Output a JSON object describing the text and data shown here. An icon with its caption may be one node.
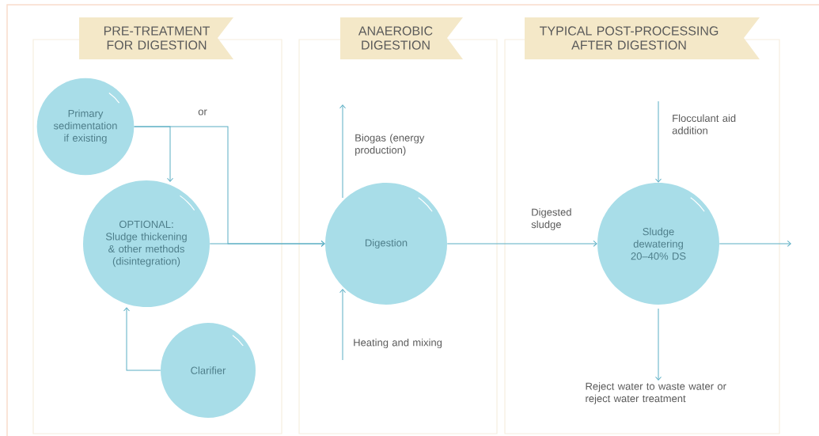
{
  "diagram": {
    "nodes": [
      {
        "text": [
          "PRE-TREATMENT FOR DIGESTION"
        ]
      },
      {
        "text": [
          "ANAEROBIC DIGESTION"
        ]
      },
      {
        "text": [
          "TYPICAL POST-PROCESSING AFTER DIGESTION"
        ]
      },
      {
        "text": [
          "Primary sedimentation if existing"
        ],
        "in": 0
      },
      {
        "text": [
          "OPTIONAL: Sludge thickening & other methods (disintegration)"
        ],
        "in": 0
      },
      {
        "text": [
          "Clarifier"
        ],
        "in": 0
      },
      {
        "text": [
          "Digestion"
        ],
        "in": 1
      },
      {
        "text": [
          "Sludge dewatering 20–40% DS"
        ],
        "in": 2
      },
      {
        "text": [
          "Reject water to waste water or reject water treatment"
        ],
        "in": 2
      }
    ],
    "edges": [
      {
        "from": 3,
        "to": 4,
        "arrow": "to"
      },
      {
        "from": 3,
        "to": 6,
        "arrow": "to"
      },
      {
        "from": 4,
        "to": 6,
        "arrow": "to"
      },
      {
        "from": 5,
        "to": 4,
        "arrow": "to"
      },
      {
        "from": 6,
        "to": null,
        "arrow": "to",
        "label": "Biogas (energy production)"
      },
      {
        "from": null,
        "to": 6,
        "arrow": "to",
        "label": "Heating and mixing"
      },
      {
        "from": 6,
        "to": 7,
        "arrow": "to",
        "label": "Digested sludge"
      },
      {
        "from": null,
        "to": 7,
        "arrow": "to",
        "label": "Flocculant aid addition"
      },
      {
        "from": 7,
        "to": 8,
        "arrow": "to"
      },
      {
        "from": 7,
        "to": null,
        "arrow": "to"
      }
    ],
    "labels": [
      "or"
    ]
  }
}
